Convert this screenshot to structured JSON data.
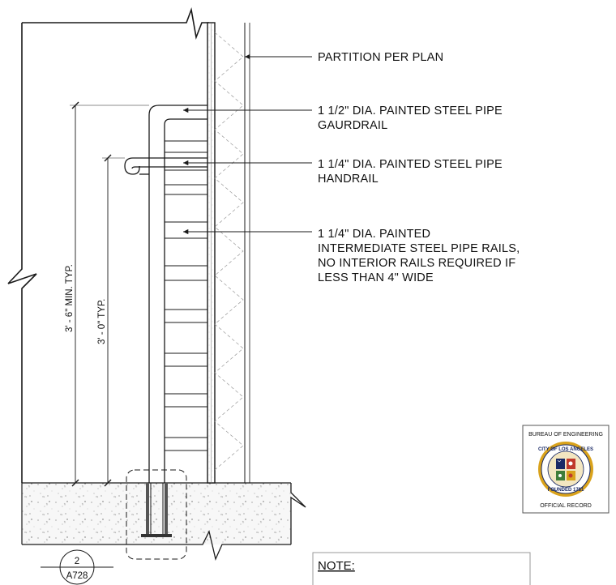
{
  "callouts": {
    "partition": "PARTITION PER PLAN",
    "guardrail_line1": "1 1/2\" DIA. PAINTED STEEL PIPE",
    "guardrail_line2": "GAURDRAIL",
    "handrail_line1": "1 1/4\" DIA. PAINTED STEEL PIPE",
    "handrail_line2": "HANDRAIL",
    "intermediate_line1": "1 1/4\" DIA. PAINTED",
    "intermediate_line2": "INTERMEDIATE STEEL PIPE RAILS,",
    "intermediate_line3": "NO INTERIOR RAILS REQUIRED IF",
    "intermediate_line4": "LESS THAN 4\" WIDE"
  },
  "dimensions": {
    "guardrail_height": "3' - 6\" MIN. TYP.",
    "handrail_height": "3' - 0\" TYP."
  },
  "detail_tag": {
    "number": "2",
    "sheet": "A728"
  },
  "note": {
    "heading": "NOTE:"
  },
  "stamp": {
    "top_text": "BUREAU OF ENGINEERING",
    "bottom_text": "OFFICIAL RECORD",
    "seal_top": "CITY OF LOS ANGELES",
    "seal_bottom": "FOUNDED 1781",
    "seal_icon": "city-seal-icon"
  },
  "colors": {
    "line": "#1a1a1a",
    "seal_gold": "#d9a21b",
    "seal_blue": "#1a2a66",
    "seal_red": "#c0392b",
    "seal_green": "#3f7d3a"
  }
}
